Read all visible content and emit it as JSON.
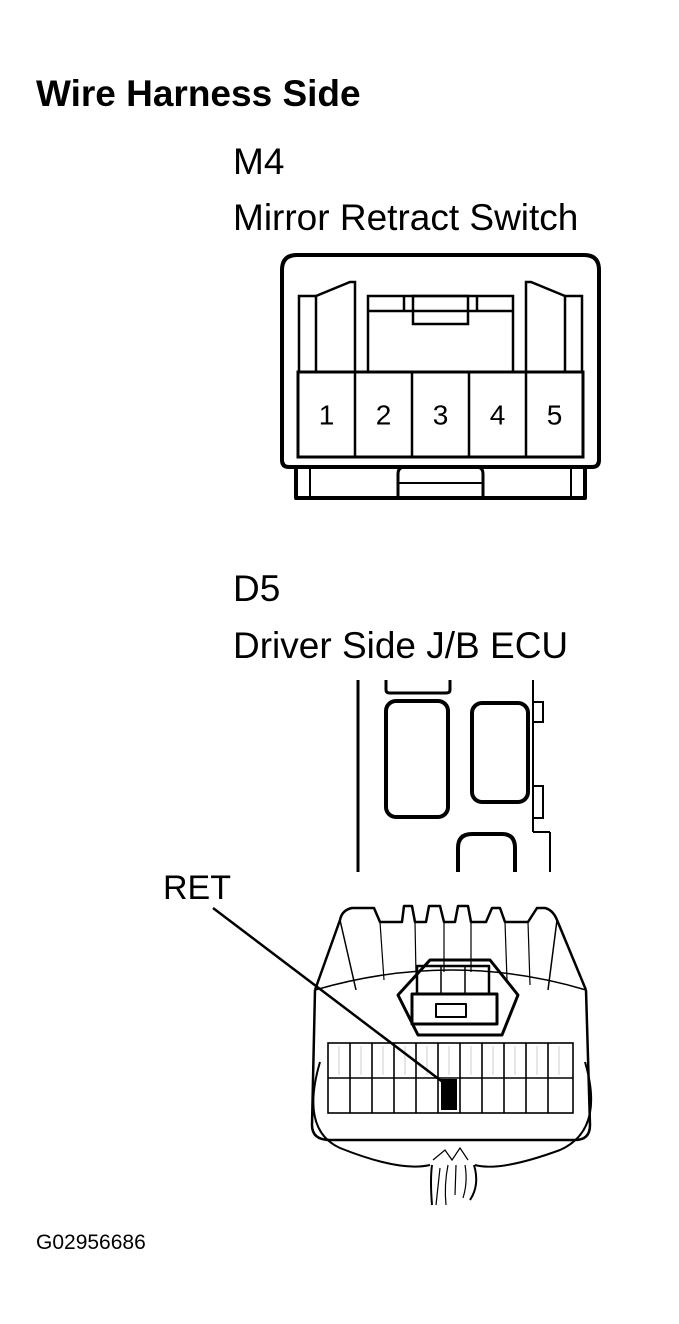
{
  "heading": "Wire Harness Side",
  "connectors": [
    {
      "code": "M4",
      "name": "Mirror Retract Switch",
      "pins": [
        "1",
        "2",
        "3",
        "4",
        "5"
      ]
    },
    {
      "code": "D5",
      "name": "Driver Side J/B ECU",
      "terminal_label": "RET"
    }
  ],
  "figure_id": "G02956686"
}
